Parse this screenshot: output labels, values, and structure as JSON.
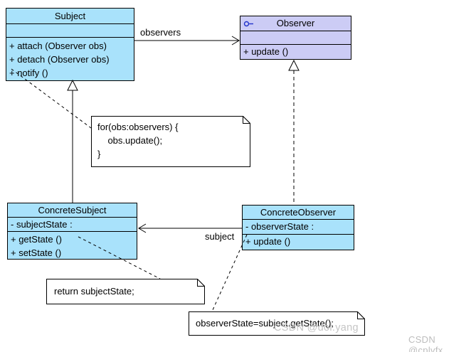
{
  "classes": {
    "subject": {
      "name": "Subject",
      "attributes": [],
      "methods": [
        "+ attach (Observer obs)",
        "+ detach (Observer obs)",
        "+ notify ()"
      ]
    },
    "observer": {
      "name": "Observer",
      "icon": "interface-lollipop-icon",
      "attributes": [],
      "methods": [
        "+ update ()"
      ]
    },
    "concreteSubject": {
      "name": "ConcreteSubject",
      "attributes": [
        "- subjectState :"
      ],
      "methods": [
        "+ getState ()",
        "+ setState ()"
      ]
    },
    "concreteObserver": {
      "name": "ConcreteObserver",
      "attributes": [
        "- observerState :"
      ],
      "methods": [
        "+ update ()"
      ]
    }
  },
  "notes": {
    "forLoop": {
      "lines": [
        "for(obs:observers) {",
        "    obs.update();",
        "}"
      ]
    },
    "returnState": {
      "lines": [
        "return subjectState;"
      ]
    },
    "observerState": {
      "lines": [
        "observerState=subject.getState();"
      ]
    }
  },
  "edge_labels": {
    "observers": "observers",
    "subject": "subject"
  },
  "relationships": [
    {
      "type": "association",
      "from": "Subject",
      "to": "Observer",
      "label": "observers"
    },
    {
      "type": "association",
      "from": "ConcreteObserver",
      "to": "ConcreteSubject",
      "label": "subject"
    },
    {
      "type": "generalization",
      "from": "ConcreteSubject",
      "to": "Subject"
    },
    {
      "type": "realization",
      "from": "ConcreteObserver",
      "to": "Observer"
    }
  ],
  "watermarks": {
    "inner": "CSDN @dol.yang",
    "corner": "CSDN @cplvfx"
  },
  "colors": {
    "class_fill": "#A9E2FB",
    "interface_fill": "#CCCCF5",
    "border": "#000000",
    "note_fill": "#FFFFFF",
    "icon_blue": "#2233CC",
    "watermark": "#C5C5C5"
  }
}
